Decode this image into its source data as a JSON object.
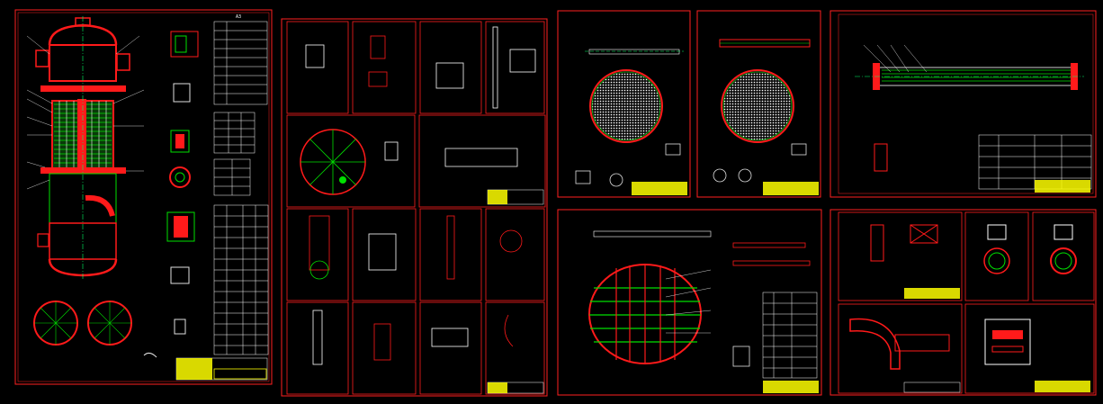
{
  "colors": {
    "background": "#000000",
    "frame": "#ff2020",
    "shell": "#ff1a1a",
    "tubes": "#00e000",
    "centerline": "#00ff66",
    "white_line": "#ffffff",
    "title_block": "#ffff00",
    "detail": "#e0e0e0",
    "blue_accent": "#3030ff"
  },
  "sheet_label": "A3",
  "panels": [
    {
      "name": "main-assembly-sheet",
      "kind": "assembly"
    },
    {
      "name": "small-details-sheet-12",
      "kind": "detail-grid"
    },
    {
      "name": "tube-sheet-drawing-1",
      "kind": "tubesheet"
    },
    {
      "name": "tube-sheet-drawing-2",
      "kind": "tubesheet"
    },
    {
      "name": "baffle-plate-drawing",
      "kind": "baffle"
    },
    {
      "name": "tube-bundle-drawing",
      "kind": "bundle"
    },
    {
      "name": "fittings-details-sheet",
      "kind": "fittings"
    }
  ]
}
